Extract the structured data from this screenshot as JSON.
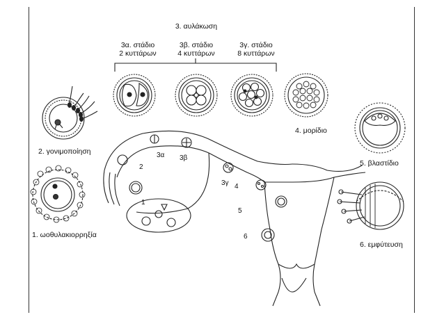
{
  "cleavage": {
    "title": "3. αυλάκωση",
    "stage_a": {
      "line1": "3α. στάδιο",
      "line2": "2 κυττάρων"
    },
    "stage_b": {
      "line1": "3β. στάδιο",
      "line2": "4 κυττάρων"
    },
    "stage_c": {
      "line1": "3γ. στάδιο",
      "line2": "8 κυττάρων"
    }
  },
  "labels": {
    "fertilization": "2. γονιμοποίηση",
    "ovulation": "1. ωοθυλακιορρηξία",
    "morula": "4. μορίδιο",
    "blastocyst": "5. βλαστίδιο",
    "implantation": "6. εμφύτευση"
  },
  "tube_numbers": {
    "n1": "1",
    "n2": "2",
    "n3a": "3α",
    "n3b": "3β",
    "n3g": "3γ",
    "n4": "4",
    "n5": "5",
    "n6": "6"
  },
  "colors": {
    "ink": "#111111",
    "background": "#ffffff"
  }
}
